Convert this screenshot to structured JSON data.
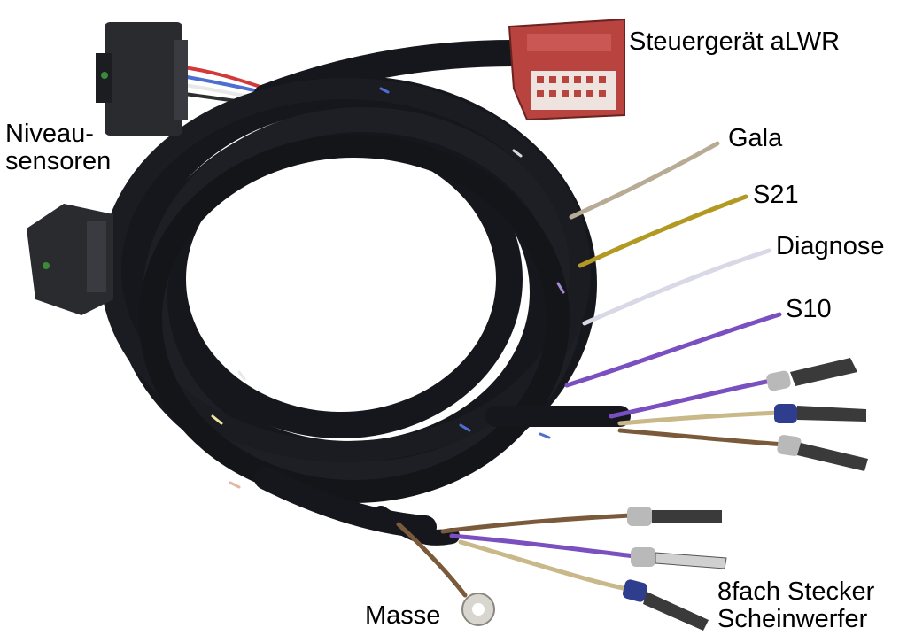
{
  "labels": {
    "steuergeraet": "Steuergerät aLWR",
    "niveau_line1": "Niveau-",
    "niveau_line2": "sensoren",
    "gala": "Gala",
    "s21": "S21",
    "diagnose": "Diagnose",
    "s10": "S10",
    "masse": "Masse",
    "stecker_line1": "8fach Stecker",
    "stecker_line2": "Scheinwerfer"
  },
  "colors": {
    "background": "#ffffff",
    "cable_sleeve": "#16171c",
    "connector_red": "#b8433f",
    "connector_black": "#2a2b2f",
    "wire_gala": "#b8ab96",
    "wire_s21": "#b29a22",
    "wire_diagnose": "#d8d8e6",
    "wire_s10": "#7a4fc0",
    "wire_brown": "#7a5a3a",
    "terminal_grey": "#b9b9b9",
    "terminal_blue": "#2f3d8f"
  }
}
